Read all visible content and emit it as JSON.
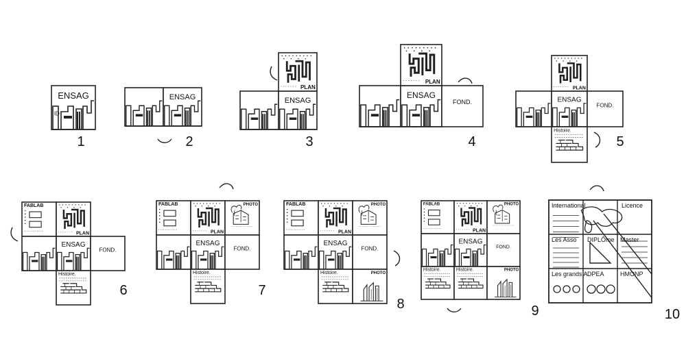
{
  "labels": {
    "ensag": "ENSAG",
    "plan": "PLAN",
    "fond": "FOND.",
    "histoire": "Histoire.",
    "fablab": "FABLAB",
    "photo": "PHOTO",
    "international": "International",
    "licence": "Licence",
    "assos": "Les Asso",
    "diplome": "DIPLÔme",
    "master": "Master",
    "grands": "Les grands A",
    "dpea": "DPEA",
    "hmonp": "HMONP",
    "index_id": "ID"
  },
  "steps": [
    {
      "number": "1"
    },
    {
      "number": "2"
    },
    {
      "number": "3"
    },
    {
      "number": "4"
    },
    {
      "number": "5"
    },
    {
      "number": "6"
    },
    {
      "number": "7"
    },
    {
      "number": "8"
    },
    {
      "number": "9"
    },
    {
      "number": "10"
    }
  ]
}
